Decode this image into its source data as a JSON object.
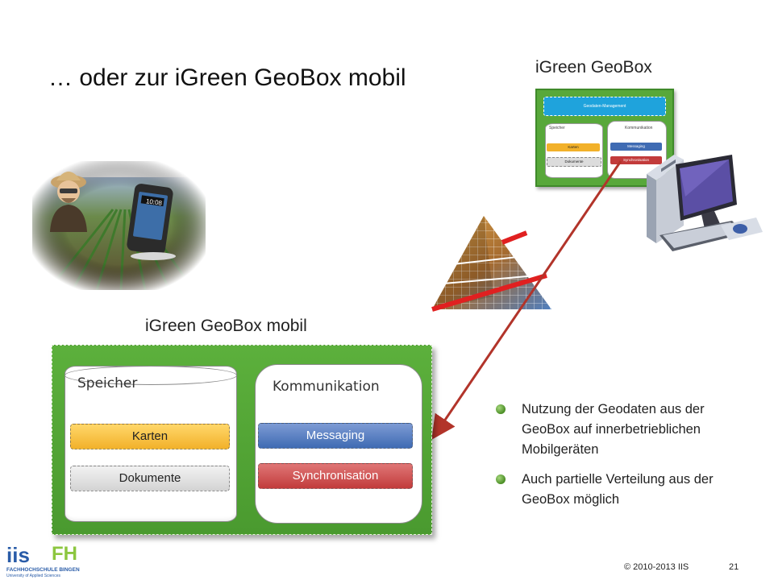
{
  "slide": {
    "title": "… oder zur iGreen GeoBox mobil",
    "geobox_label": "iGreen GeoBox",
    "mobil_label": "iGreen GeoBox mobil"
  },
  "mini_geobox": {
    "bar": "Geodaten-Management",
    "storage": "Speicher",
    "komm": "Kommunikation",
    "karten": "Karten",
    "dokumente": "Dokumente",
    "messaging": "Messaging",
    "sync": "Synchronisation"
  },
  "mobil_box": {
    "speicher": "Speicher",
    "kommunikation": "Kommunikation",
    "karten": "Karten",
    "dokumente": "Dokumente",
    "messaging": "Messaging",
    "sync": "Synchronisation"
  },
  "phone": {
    "time": "10:08"
  },
  "bullets": [
    "Nutzung der Geodaten aus der GeoBox auf innerbetrieblichen Mobilgeräten",
    "Auch partielle Verteilung aus der GeoBox möglich"
  ],
  "logos": {
    "iis": "iis",
    "fh": "FH",
    "fh_name": "FACHHOCHSCHULE BINGEN",
    "fh_sub": "University of Applied Sciences"
  },
  "footer": {
    "copyright": "© 2010-2013 IIS",
    "page": "21"
  },
  "colors": {
    "green_box": "#58a83a",
    "arrow": "#b2342a",
    "karten": "#f2b12a",
    "messaging": "#3f6bb3",
    "sync": "#c23b3b"
  }
}
